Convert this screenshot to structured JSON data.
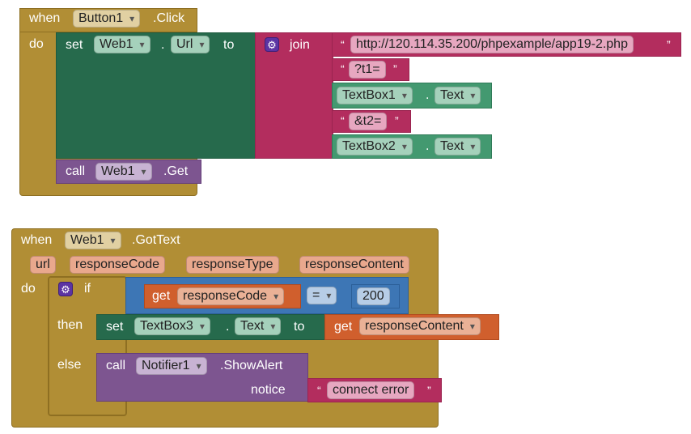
{
  "block1": {
    "when": "when",
    "component": "Button1",
    "event": ".Click",
    "do": "do",
    "set": "set",
    "web_component": "Web1",
    "dot": ".",
    "property": "Url",
    "to": "to",
    "join": "join",
    "url_string": "http://120.114.35.200/phpexample/app19-2.php",
    "t1_string": "?t1=",
    "textbox1": "TextBox1",
    "textbox2": "TextBox2",
    "text_prop": "Text",
    "t2_string": "&t2=",
    "call": "call",
    "call_component": "Web1",
    "call_method": ".Get",
    "quote": "“",
    "quote_close": "”"
  },
  "block2": {
    "when": "when",
    "component": "Web1",
    "event": ".GotText",
    "params": [
      "url",
      "responseCode",
      "responseType",
      "responseContent"
    ],
    "do": "do",
    "if": "if",
    "get": "get",
    "get_var": "responseCode",
    "operator": "=",
    "number": "200",
    "then": "then",
    "set": "set",
    "textbox3": "TextBox3",
    "dot": ".",
    "text_prop": "Text",
    "to": "to",
    "get_var2": "responseContent",
    "else": "else",
    "call": "call",
    "notifier": "Notifier1",
    "method": ".ShowAlert",
    "notice": "notice",
    "error_string": "connect error",
    "quote": "“",
    "quote_close": "”"
  }
}
